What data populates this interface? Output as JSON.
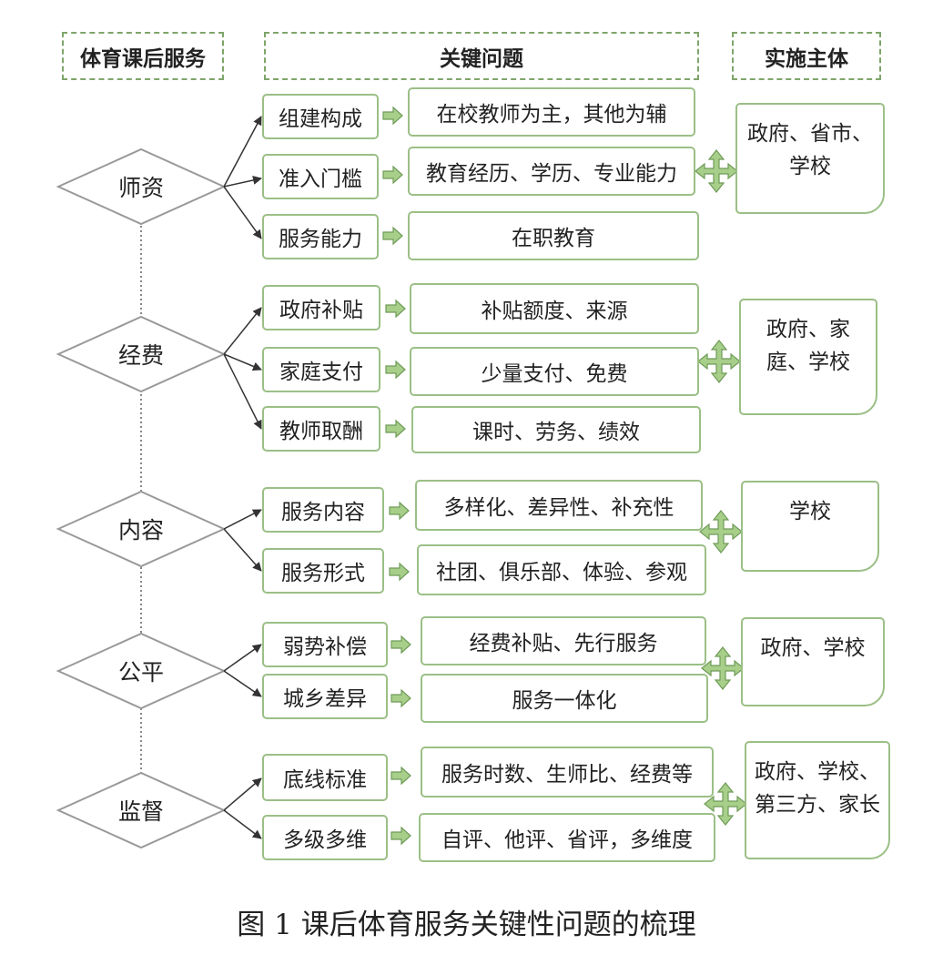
{
  "headers": {
    "col1": "体育课后服务",
    "col2": "关键问题",
    "col3": "实施主体"
  },
  "groups": [
    {
      "name": "师资",
      "issues": [
        {
          "label": "组建构成",
          "detail": "在校教师为主，其他为辅"
        },
        {
          "label": "准入门槛",
          "detail": "教育经历、学历、专业能力"
        },
        {
          "label": "服务能力",
          "detail": "在职教育"
        }
      ],
      "subject": [
        "政府、省市、",
        "学校"
      ]
    },
    {
      "name": "经费",
      "issues": [
        {
          "label": "政府补贴",
          "detail": "补贴额度、来源"
        },
        {
          "label": "家庭支付",
          "detail": "少量支付、免费"
        },
        {
          "label": "教师取酬",
          "detail": "课时、劳务、绩效"
        }
      ],
      "subject": [
        "政府、家",
        "庭、学校"
      ]
    },
    {
      "name": "内容",
      "issues": [
        {
          "label": "服务内容",
          "detail": "多样化、差异性、补充性"
        },
        {
          "label": "服务形式",
          "detail": "社团、俱乐部、体验、参观"
        }
      ],
      "subject": [
        "学校"
      ]
    },
    {
      "name": "公平",
      "issues": [
        {
          "label": "弱势补偿",
          "detail": "经费补贴、先行服务"
        },
        {
          "label": "城乡差异",
          "detail": "服务一体化"
        }
      ],
      "subject": [
        "政府、学校"
      ]
    },
    {
      "name": "监督",
      "issues": [
        {
          "label": "底线标准",
          "detail": "服务时数、生师比、经费等"
        },
        {
          "label": "多级多维",
          "detail": "自评、他评、省评，多维度"
        }
      ],
      "subject": [
        "政府、学校、",
        "第三方、家长"
      ]
    }
  ],
  "caption": "图 1 课后体育服务关键性问题的梳理",
  "colors": {
    "border": "#9bbf86",
    "arrow_fill": "#a8cf8a",
    "arrow_stroke": "#6f9b58"
  }
}
